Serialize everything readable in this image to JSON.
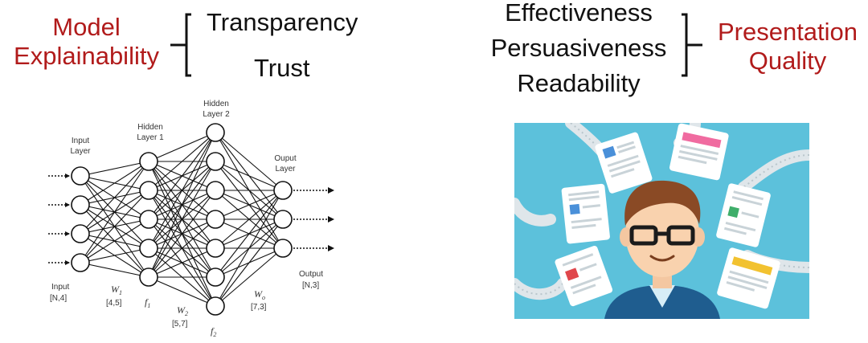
{
  "left_group": {
    "title_lines": [
      "Model",
      "Explainability"
    ],
    "items": [
      "Transparency",
      "Trust"
    ],
    "title_color": "#b11b1b"
  },
  "right_group": {
    "items": [
      "Effectiveness",
      "Persuasiveness",
      "Readability"
    ],
    "title_lines": [
      "Presentation",
      "Quality"
    ],
    "title_color": "#b11b1b"
  },
  "network": {
    "layers": [
      {
        "name_lines": [
          "Input",
          "Layer"
        ],
        "nodes": 4
      },
      {
        "name_lines": [
          "Hidden",
          "Layer 1"
        ],
        "nodes": 5
      },
      {
        "name_lines": [
          "Hidden",
          "Layer 2"
        ],
        "nodes": 7
      },
      {
        "name_lines": [
          "Ouput",
          "Layer"
        ],
        "nodes": 3
      }
    ],
    "input_label": [
      "Input",
      "[N,4]"
    ],
    "output_label": [
      "Output",
      "[N,3]"
    ],
    "weights": [
      {
        "symbol": "W",
        "sub": "1",
        "dims": "[4,5]"
      },
      {
        "symbol": "W",
        "sub": "2",
        "dims": "[5,7]"
      },
      {
        "symbol": "W",
        "sub": "o",
        "dims": "[7,3]"
      }
    ],
    "functions": [
      {
        "symbol": "f",
        "sub": "1"
      },
      {
        "symbol": "f",
        "sub": "2"
      }
    ]
  },
  "illustration": {
    "icon": "person-with-documents-illustration",
    "background_color": "#5cc1db"
  }
}
